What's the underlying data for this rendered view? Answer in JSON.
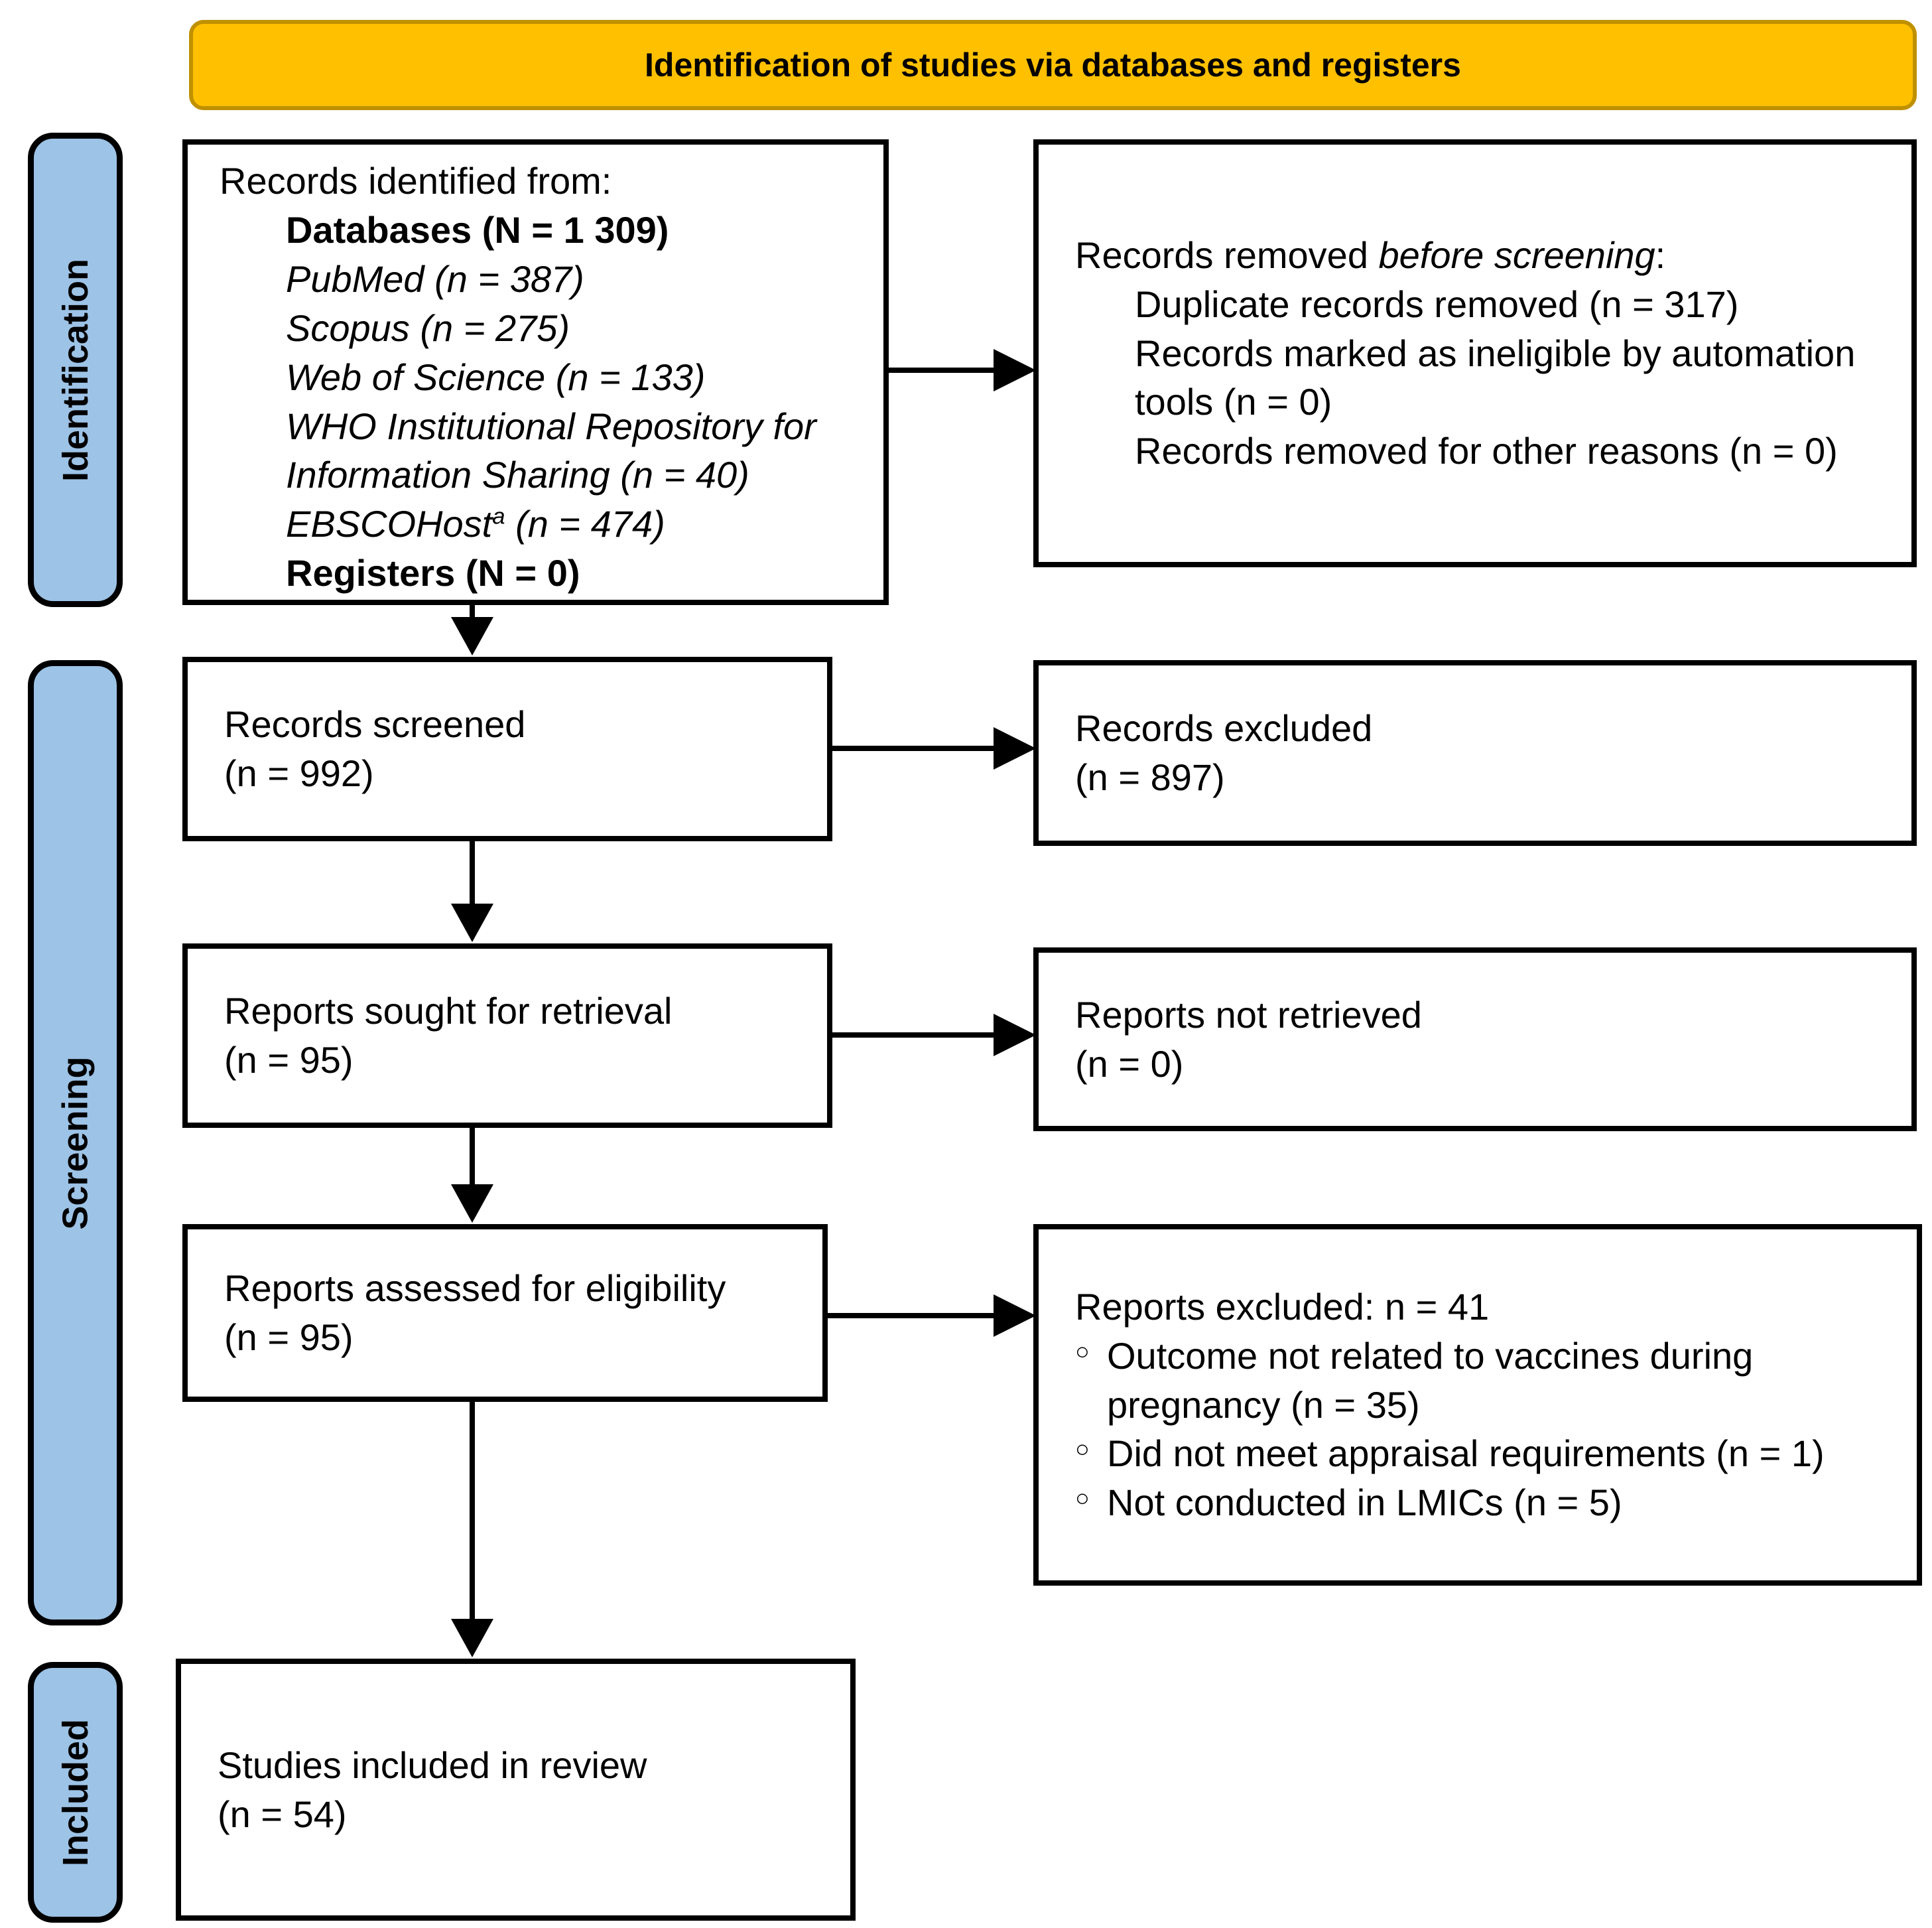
{
  "colors": {
    "banner-fill": "#FFC000",
    "banner-border": "#BF9000",
    "stage-fill": "#9DC3E6",
    "stage-border": "#000000",
    "box-border": "#000000"
  },
  "banner": {
    "title": "Identification of studies via databases and registers"
  },
  "stages": [
    {
      "label": "Identification"
    },
    {
      "label": "Screening"
    },
    {
      "label": "Included"
    }
  ],
  "boxes": {
    "identified": {
      "intro": "Records identified from:",
      "lines": [
        {
          "text": "Databases (N = 1 309)"
        },
        {
          "text": "PubMed (n = 387)"
        },
        {
          "text": "Scopus (n = 275)"
        },
        {
          "text": "Web of Science (n = 133)"
        },
        {
          "text": "WHO Institutional Repository for Information Sharing (n = 40)"
        },
        {
          "name": "EBSCOHost",
          "sup": "a",
          "rest": " (n = 474)"
        },
        {
          "text": "Registers (N = 0)"
        }
      ]
    },
    "removed": {
      "title_prefix": "Records removed ",
      "title_italic": "before screening",
      "title_suffix": ":",
      "items": [
        "Duplicate records removed (n = 317)",
        "Records marked as ineligible by automation tools (n = 0)",
        "Records removed for other reasons (n = 0)"
      ]
    },
    "screened": {
      "label": "Records screened",
      "count": "(n = 992)"
    },
    "excluded": {
      "label": "Records excluded",
      "count": "(n = 897)"
    },
    "sought": {
      "label": "Reports sought for retrieval",
      "count": "(n = 95)"
    },
    "not_retrieved": {
      "label": "Reports not retrieved",
      "count": "(n = 0)"
    },
    "assessed": {
      "label": "Reports assessed for eligibility",
      "count": "(n = 95)"
    },
    "reports_excluded": {
      "title": "Reports excluded: n = 41",
      "bullet_char": "○",
      "items": [
        "Outcome not related to vaccines during pregnancy (n = 35)",
        "Did not meet appraisal requirements (n = 1)",
        "Not conducted in LMICs (n = 5)"
      ]
    },
    "included": {
      "label": "Studies included in review",
      "count": "(n = 54)"
    }
  }
}
